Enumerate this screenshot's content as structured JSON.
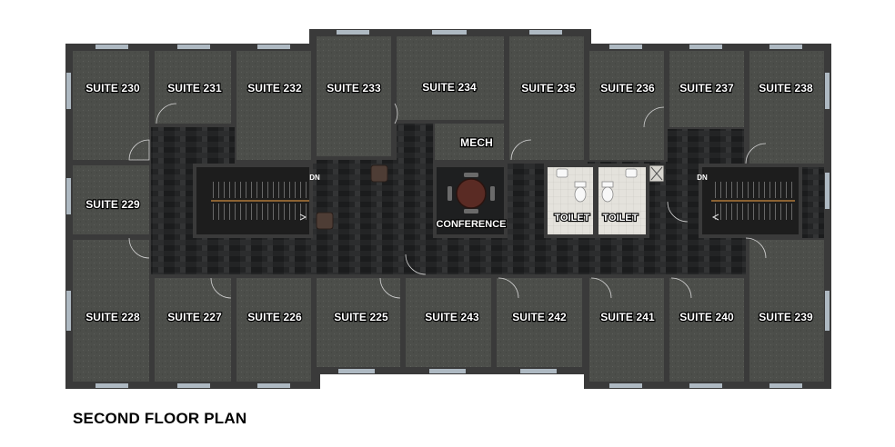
{
  "title": "SECOND FLOOR PLAN",
  "stair_label": "DN",
  "rooms": {
    "suite_230": "SUITE 230",
    "suite_231": "SUITE 231",
    "suite_232": "SUITE 232",
    "suite_233": "SUITE 233",
    "suite_234": "SUITE 234",
    "suite_235": "SUITE 235",
    "suite_236": "SUITE 236",
    "suite_237": "SUITE 237",
    "suite_238": "SUITE 238",
    "suite_229": "SUITE 229",
    "suite_228": "SUITE 228",
    "suite_227": "SUITE 227",
    "suite_226": "SUITE 226",
    "suite_225": "SUITE 225",
    "suite_243": "SUITE 243",
    "suite_242": "SUITE 242",
    "suite_241": "SUITE 241",
    "suite_240": "SUITE 240",
    "suite_239": "SUITE 239",
    "mech": "MECH",
    "conference": "CONFERENCE",
    "toilet_1": "TOILET",
    "toilet_2": "TOILET"
  },
  "colors": {
    "wall": "#3a3a3a",
    "carpet_suite": "#4d4f4b",
    "corridor": "#222324",
    "window": "#aeb9c2",
    "restroom_floor": "#e4e2dc",
    "conference_table": "#5a2b24"
  }
}
